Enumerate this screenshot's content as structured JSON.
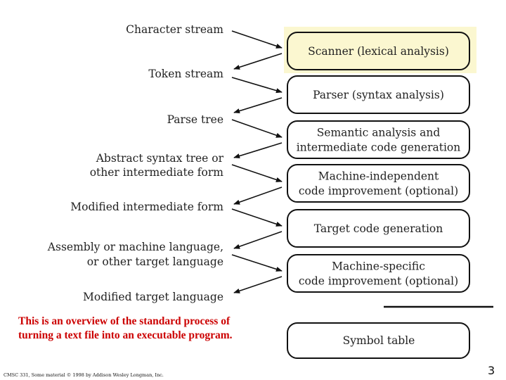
{
  "stages": [
    {
      "lines": [
        "Scanner (lexical analysis)"
      ],
      "highlight": true
    },
    {
      "lines": [
        "Parser (syntax analysis)"
      ],
      "highlight": false
    },
    {
      "lines": [
        "Semantic analysis and",
        "intermediate code generation"
      ],
      "highlight": false
    },
    {
      "lines": [
        "Machine-independent",
        "code improvement (optional)"
      ],
      "highlight": false
    },
    {
      "lines": [
        "Target code generation"
      ],
      "highlight": false
    },
    {
      "lines": [
        "Machine-specific",
        "code improvement (optional)"
      ],
      "highlight": false
    }
  ],
  "symbol_table": "Symbol table",
  "labels": [
    {
      "lines": [
        "Character stream"
      ]
    },
    {
      "lines": [
        "Token stream"
      ]
    },
    {
      "lines": [
        "Parse tree"
      ]
    },
    {
      "lines": [
        "Abstract syntax tree or",
        "other intermediate form"
      ]
    },
    {
      "lines": [
        "Modified intermediate form"
      ]
    },
    {
      "lines": [
        "Assembly or machine language,",
        "or other target language"
      ]
    },
    {
      "lines": [
        "Modified target language"
      ]
    }
  ],
  "caption": "This is an overview of the standard process of turning a text file into an executable program.",
  "footer": "CMSC 331, Some material © 1998 by Addison Wesley Longman, Inc.",
  "page_number": "3",
  "colors": {
    "highlight_fill": "#fbf7d0",
    "caption": "#cc0000"
  }
}
